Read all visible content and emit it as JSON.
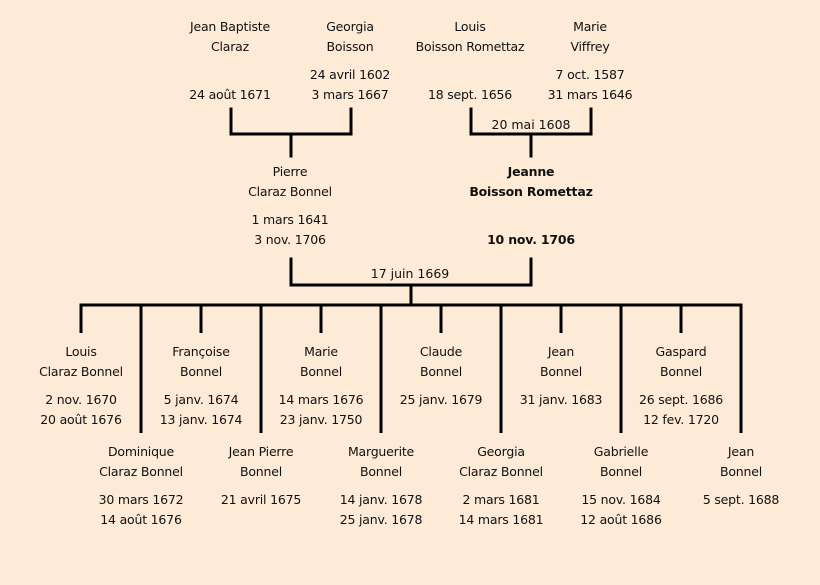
{
  "background_color": "#fdebd8",
  "line_color": "#000000",
  "grandparents": {
    "paternal": {
      "father": {
        "first_name": "Jean Baptiste",
        "last_name": "Claraz",
        "birth": "",
        "death": "24 août 1671"
      },
      "mother": {
        "first_name": "Georgia",
        "last_name": "Boisson",
        "birth": "24 avril 1602",
        "death": "3 mars 1667"
      },
      "marriage": ""
    },
    "maternal": {
      "father": {
        "first_name": "Louis",
        "last_name": "Boisson Romettaz",
        "birth": "",
        "death": "18 sept. 1656"
      },
      "mother": {
        "first_name": "Marie",
        "last_name": "Viffrey",
        "birth": "7 oct. 1587",
        "death": "31 mars 1646"
      },
      "marriage": "20 mai 1608"
    }
  },
  "parents": {
    "father": {
      "first_name": "Pierre",
      "last_name": "Claraz Bonnel",
      "birth": "1 mars 1641",
      "death": "3 nov. 1706"
    },
    "mother": {
      "first_name": "Jeanne",
      "last_name": "Boisson Romettaz",
      "birth": "",
      "death": "10 nov. 1706",
      "highlighted": true
    },
    "marriage": "17 juin 1669"
  },
  "children": [
    {
      "first_name": "Louis",
      "last_name": "Claraz Bonnel",
      "birth": "2 nov. 1670",
      "death": "20 août 1676"
    },
    {
      "first_name": "Dominique",
      "last_name": "Claraz Bonnel",
      "birth": "30 mars 1672",
      "death": "14 août 1676"
    },
    {
      "first_name": "Françoise",
      "last_name": "Bonnel",
      "birth": "5 janv. 1674",
      "death": "13 janv. 1674"
    },
    {
      "first_name": "Jean Pierre",
      "last_name": "Bonnel",
      "birth": "21 avril 1675",
      "death": ""
    },
    {
      "first_name": "Marie",
      "last_name": "Bonnel",
      "birth": "14 mars 1676",
      "death": "23 janv. 1750"
    },
    {
      "first_name": "Marguerite",
      "last_name": "Bonnel",
      "birth": "14 janv. 1678",
      "death": "25 janv. 1678"
    },
    {
      "first_name": "Claude",
      "last_name": "Bonnel",
      "birth": "25 janv. 1679",
      "death": ""
    },
    {
      "first_name": "Georgia",
      "last_name": "Claraz Bonnel",
      "birth": "2 mars 1681",
      "death": "14 mars 1681"
    },
    {
      "first_name": "Jean",
      "last_name": "Bonnel",
      "birth": "31 janv. 1683",
      "death": ""
    },
    {
      "first_name": "Gabrielle",
      "last_name": "Bonnel",
      "birth": "15 nov. 1684",
      "death": "12 août 1686"
    },
    {
      "first_name": "Gaspard",
      "last_name": "Bonnel",
      "birth": "26 sept. 1686",
      "death": "12 fev. 1720"
    },
    {
      "first_name": "Jean",
      "last_name": "Bonnel",
      "birth": "5 sept. 1688",
      "death": ""
    }
  ]
}
